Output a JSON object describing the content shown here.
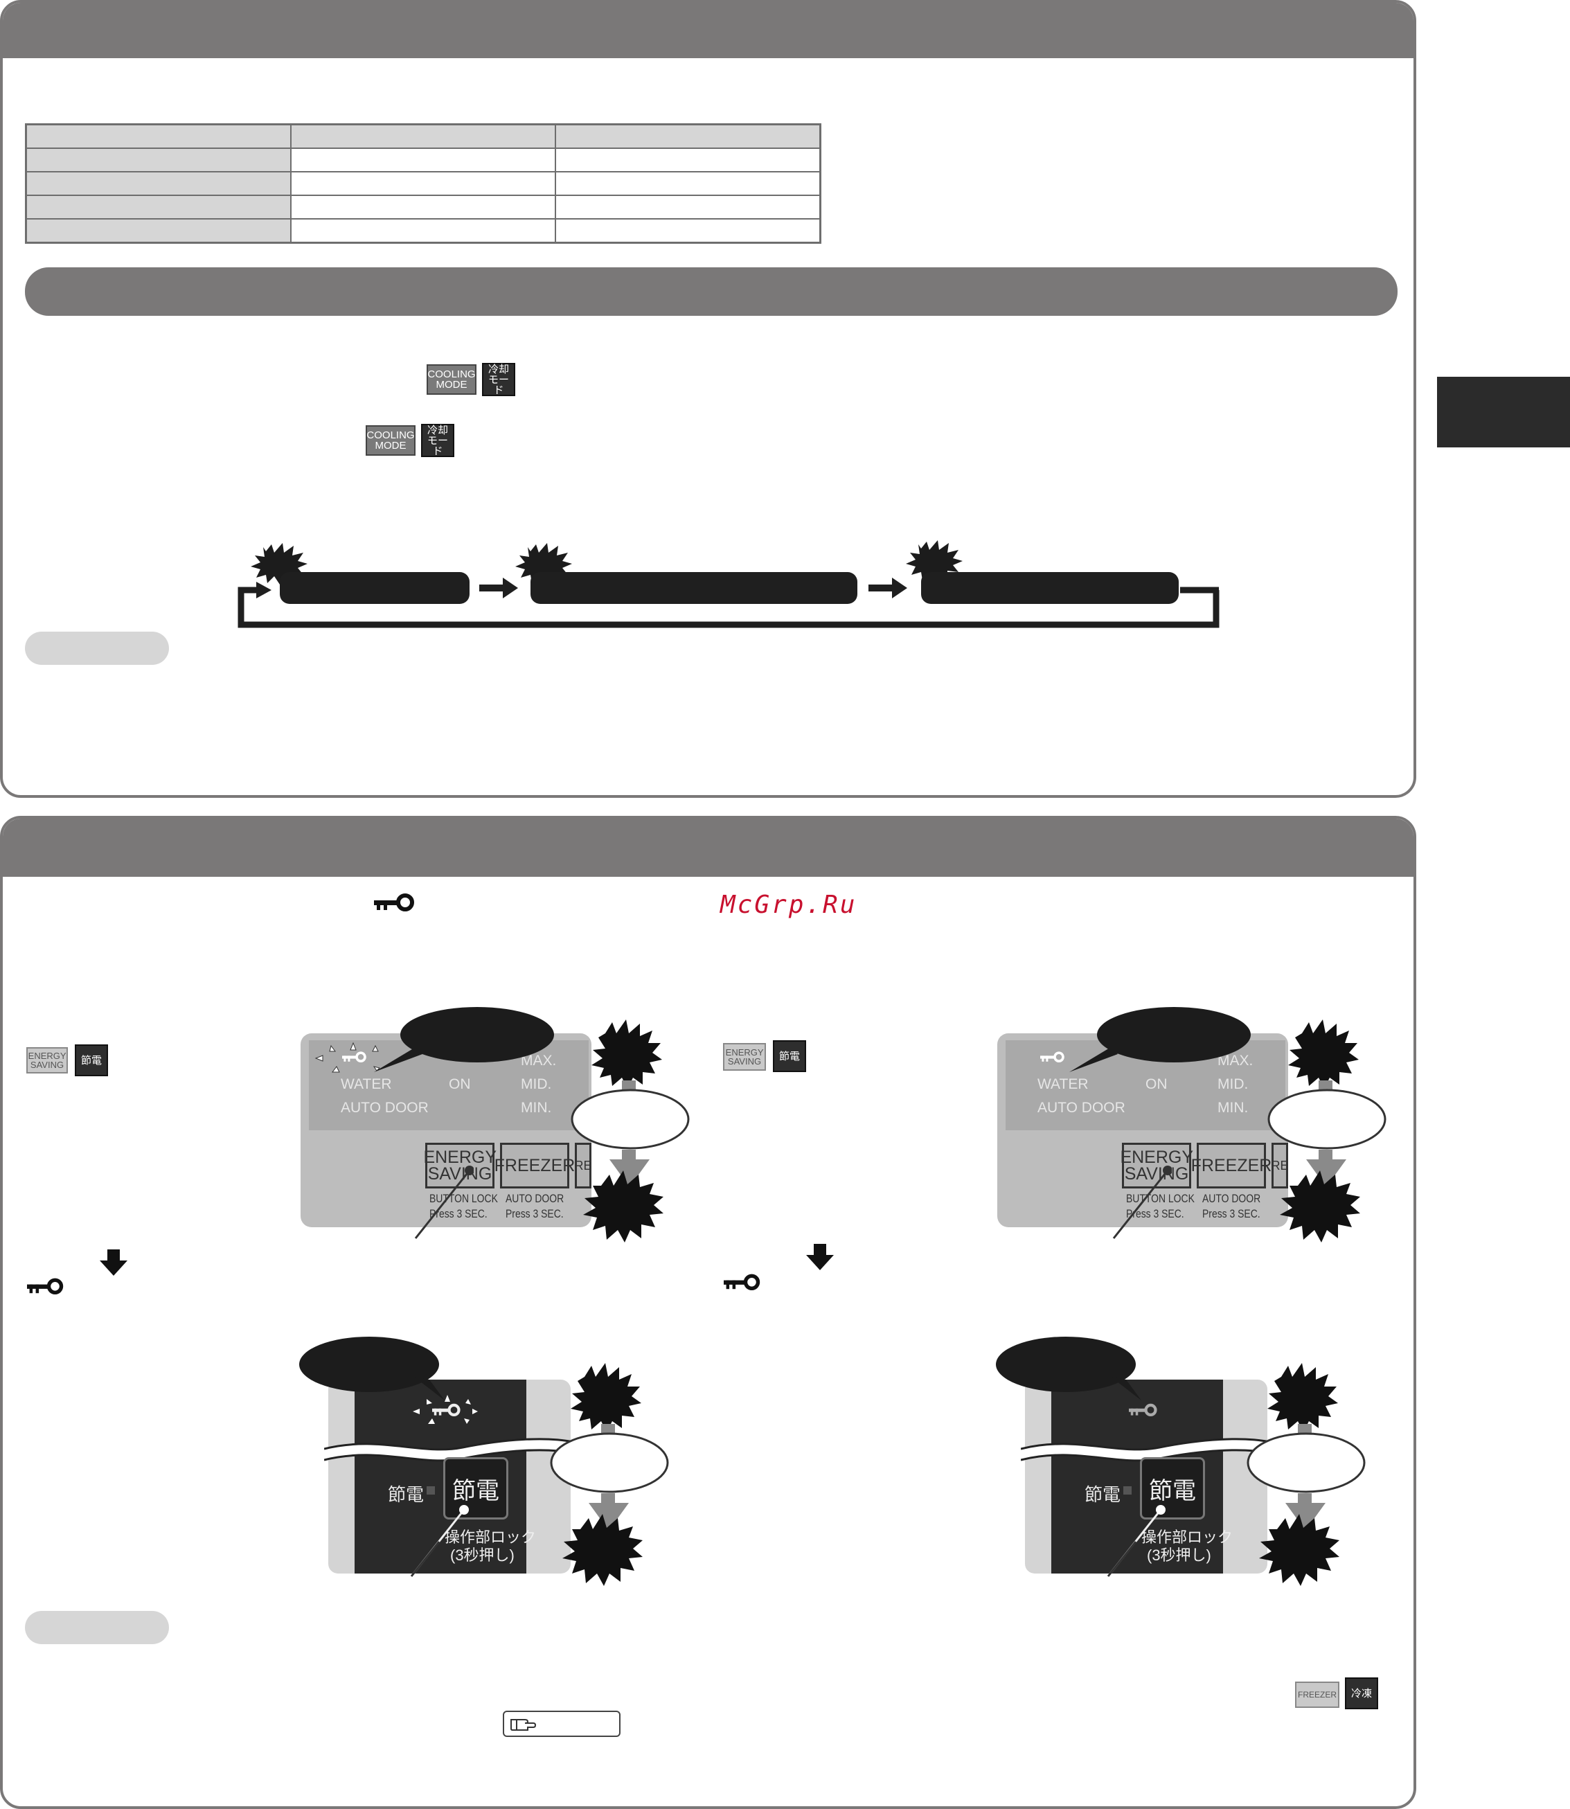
{
  "buttons": {
    "cooling_mode_en": "COOLING MODE",
    "cooling_mode_jp": "冷却 モード",
    "energy_saving_en": "ENERGY SAVING",
    "energy_saving_jp": "節電",
    "freezer_en": "FREEZER",
    "freezer_jp": "冷凍"
  },
  "watermark": "McGrp.Ru",
  "display_en": {
    "row_water": "WATER",
    "row_auto_door": "AUTO DOOR",
    "on": "ON",
    "max": "MAX.",
    "mid": "MID.",
    "min": "MIN.",
    "energy_saving_key": "ENERGY SAVING",
    "freezer_key": "FREEZER",
    "re_key": "RE",
    "button_lock": "BUTTON LOCK",
    "press_3_sec": "Press 3 SEC.",
    "auto_door": "AUTO DOOR",
    "press_3_sec_2": "Press 3 SEC."
  },
  "display_jp": {
    "label": "節電",
    "button": "節電",
    "caption_line1": "操作部ロック",
    "caption_line2": "(3秒押し)"
  },
  "icons": {
    "key": "key-icon",
    "down_arrow": "down-arrow-icon",
    "right_arrow": "right-arrow-icon",
    "pointing_hand": "pointing-hand-icon"
  }
}
